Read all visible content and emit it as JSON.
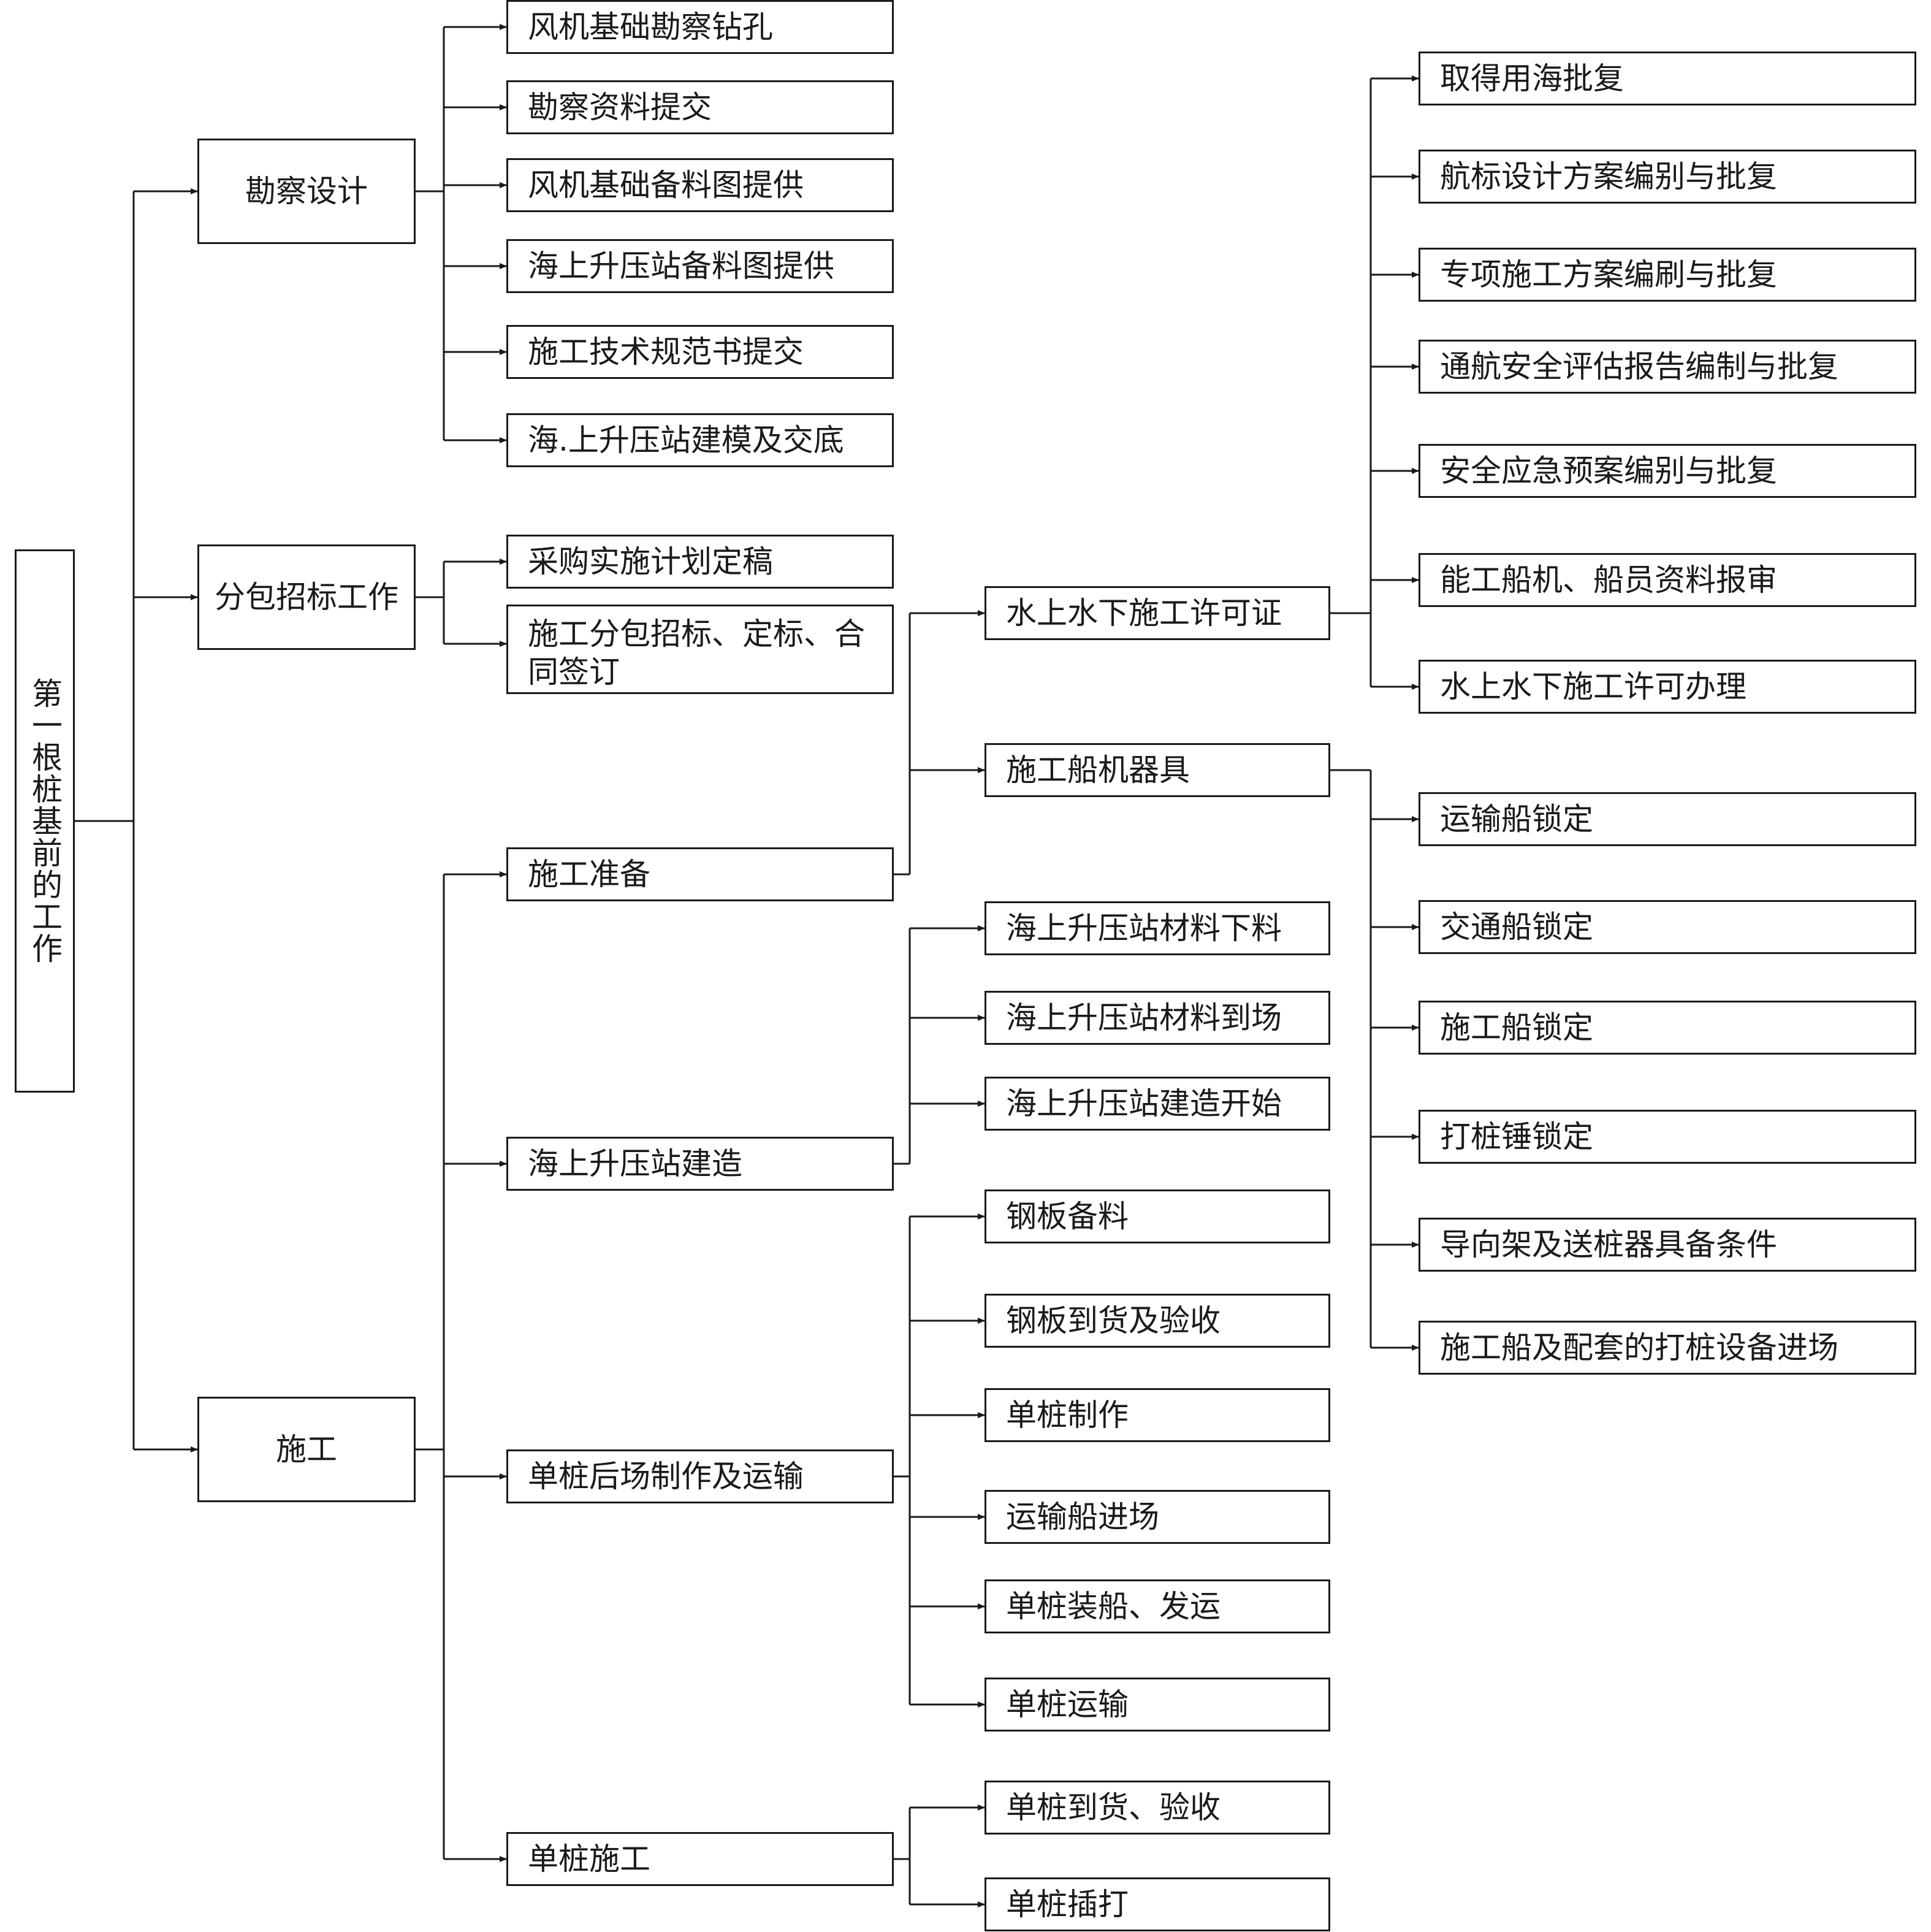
{
  "root": {
    "label": "第一根桩基前的工作"
  },
  "level1": {
    "survey": "勘察设计",
    "subcontract": "分包招标工作",
    "construction": "施工"
  },
  "survey_items": [
    "风机基础勘察钻孔",
    "勘察资料提交",
    "风机基础备料图提供",
    "海上升压站备料图提供",
    "施工技术规范书提交",
    "海.上升压站建模及交底"
  ],
  "subcontract_items": [
    "采购实施计划定稿",
    "施工分包招标、定标、合同签订"
  ],
  "construction_items": {
    "prep": "施工准备",
    "substation": "海上升压站建造",
    "pile_fab": "单桩后场制作及运输",
    "pile_install": "单桩施工"
  },
  "prep_items": {
    "permit": "水上水下施工许可证",
    "equipment": "施工船机器具"
  },
  "permit_items": [
    "取得用海批复",
    "航标设计方案编别与批复",
    "专项施工方案编刷与批复",
    "通航安全评估报告编制与批复",
    "安全应急预案编别与批复",
    "能工船机、船员资料报审",
    "水上水下施工许可办理"
  ],
  "equipment_items": [
    "运输船锁定",
    "交通船锁定",
    "施工船锁定",
    "打桩锤锁定",
    "导向架及送桩器具备条件",
    "施工船及配套的打桩设备进场"
  ],
  "substation_items": [
    "海上升压站材料下料",
    "海上升压站材料到场",
    "海上升压站建造开始"
  ],
  "pile_fab_items": [
    "钢板备料",
    "钢板到货及验收",
    "单桩制作",
    "运输船进场",
    "单桩装船、发运",
    "单桩运输"
  ],
  "pile_install_items": [
    "单桩到货、验收",
    "单桩插打"
  ]
}
